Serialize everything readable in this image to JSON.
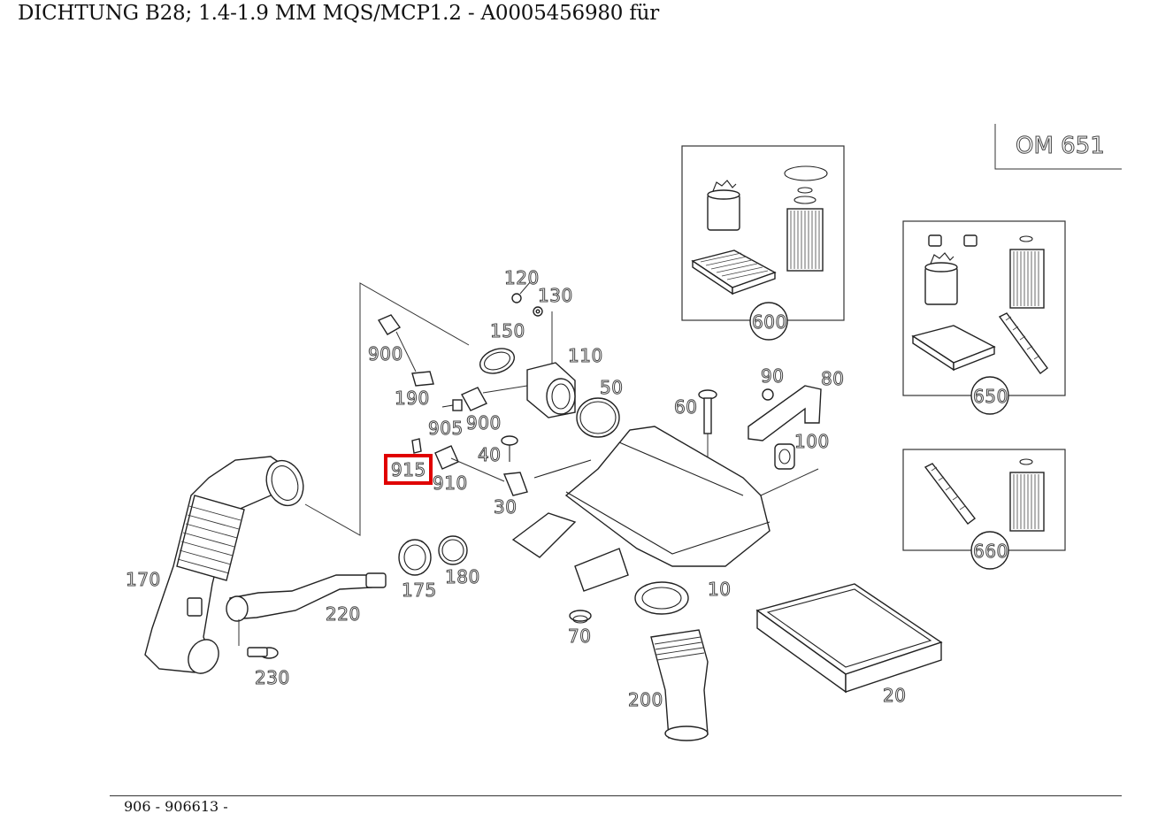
{
  "page": {
    "title": "DICHTUNG B28; 1.4-1.9 MM MQS/MCP1.2 - A0005456980 für",
    "footer": "906 - 906613 -"
  },
  "diagram": {
    "engine_label": "OM 651",
    "highlighted_part": "915",
    "highlight_color": "#e00000",
    "kit_labels": {
      "kit_600": "600",
      "kit_650": "650",
      "kit_660": "660"
    },
    "part_labels": {
      "p120": "120",
      "p130": "130",
      "p150": "150",
      "p110": "110",
      "p50": "50",
      "p900a": "900",
      "p190": "190",
      "p905": "905",
      "p900b": "900",
      "p40": "40",
      "p915": "915",
      "p910": "910",
      "p30": "30",
      "p60": "60",
      "p90": "90",
      "p80": "80",
      "p100": "100",
      "p170": "170",
      "p175": "175",
      "p180": "180",
      "p220": "220",
      "p230": "230",
      "p10": "10",
      "p70": "70",
      "p200": "200",
      "p20": "20"
    }
  }
}
